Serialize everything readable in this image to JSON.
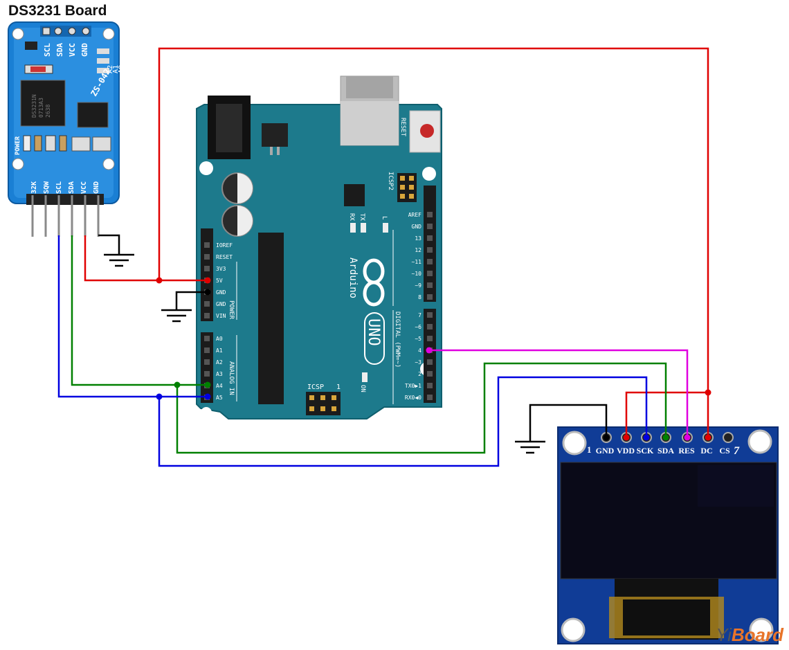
{
  "title": "DS3231 Board",
  "watermark": {
    "prefix": "Yi",
    "suffix": "Board"
  },
  "ds3231": {
    "top_pins": [
      "SCL",
      "SDA",
      "VCC",
      "GND"
    ],
    "addr_pins": [
      "A0",
      "A1",
      "A2"
    ],
    "chip_text": [
      "DS3231N",
      "0713A3",
      "2638"
    ],
    "board_code": "ZS-042",
    "power_label": "POWER",
    "bottom_pins": [
      "32K",
      "SQW",
      "SCL",
      "SDA",
      "VCC",
      "GND"
    ]
  },
  "arduino": {
    "brand": "Arduino",
    "model": "UNO",
    "reset": "RESET",
    "icsp2": "ICSP2",
    "icsp": "ICSP",
    "icsp_one": "1",
    "on": "ON",
    "leds": [
      "RX",
      "TX",
      "L"
    ],
    "power_pins": [
      "IOREF",
      "RESET",
      "3V3",
      "5V",
      "GND",
      "GND",
      "VIN"
    ],
    "power_group": "POWER",
    "analog_pins": [
      "A0",
      "A1",
      "A2",
      "A3",
      "A4",
      "A5"
    ],
    "analog_group": "ANALOG IN",
    "digital_top": [
      "AREF",
      "GND",
      "13",
      "12",
      "~11",
      "~10",
      "~9",
      "8"
    ],
    "digital_bottom": [
      "7",
      "~6",
      "~5",
      "4",
      "~3",
      "2",
      "TX0▶1",
      "RX0◀0"
    ],
    "digital_group": "DIGITAL (PWM=~)"
  },
  "oled": {
    "pin_one": "1",
    "pins": [
      "GND",
      "VDD",
      "SCK",
      "SDA",
      "RES",
      "DC",
      "CS"
    ],
    "pin_seven": "7"
  },
  "wire_colors": {
    "vcc": "#e00000",
    "gnd": "#000000",
    "sda": "#008000",
    "scl": "#0000e0",
    "res": "#e000e0"
  }
}
